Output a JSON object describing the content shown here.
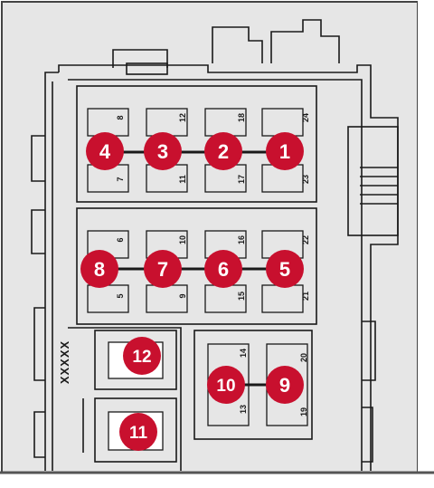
{
  "diagram": {
    "marking": "XXXXX",
    "colors": {
      "background": "#e6e6e6",
      "badge": "#c8102e",
      "badge_text": "#ffffff",
      "line": "#1a1a1a",
      "frame_border": "#333333"
    },
    "fuses": [
      {
        "number": "1",
        "pin_top": "24",
        "pin_bottom": "23"
      },
      {
        "number": "2",
        "pin_top": "18",
        "pin_bottom": "17"
      },
      {
        "number": "3",
        "pin_top": "12",
        "pin_bottom": "11"
      },
      {
        "number": "4",
        "pin_top": "8",
        "pin_bottom": "7"
      },
      {
        "number": "5",
        "pin_top": "22",
        "pin_bottom": "21"
      },
      {
        "number": "6",
        "pin_top": "16",
        "pin_bottom": "15"
      },
      {
        "number": "7",
        "pin_top": "10",
        "pin_bottom": "9"
      },
      {
        "number": "8",
        "pin_top": "6",
        "pin_bottom": "5"
      },
      {
        "number": "9",
        "pin_top": "20",
        "pin_bottom": "19"
      },
      {
        "number": "10",
        "pin_top": "14",
        "pin_bottom": "13"
      },
      {
        "number": "11"
      },
      {
        "number": "12"
      }
    ]
  }
}
